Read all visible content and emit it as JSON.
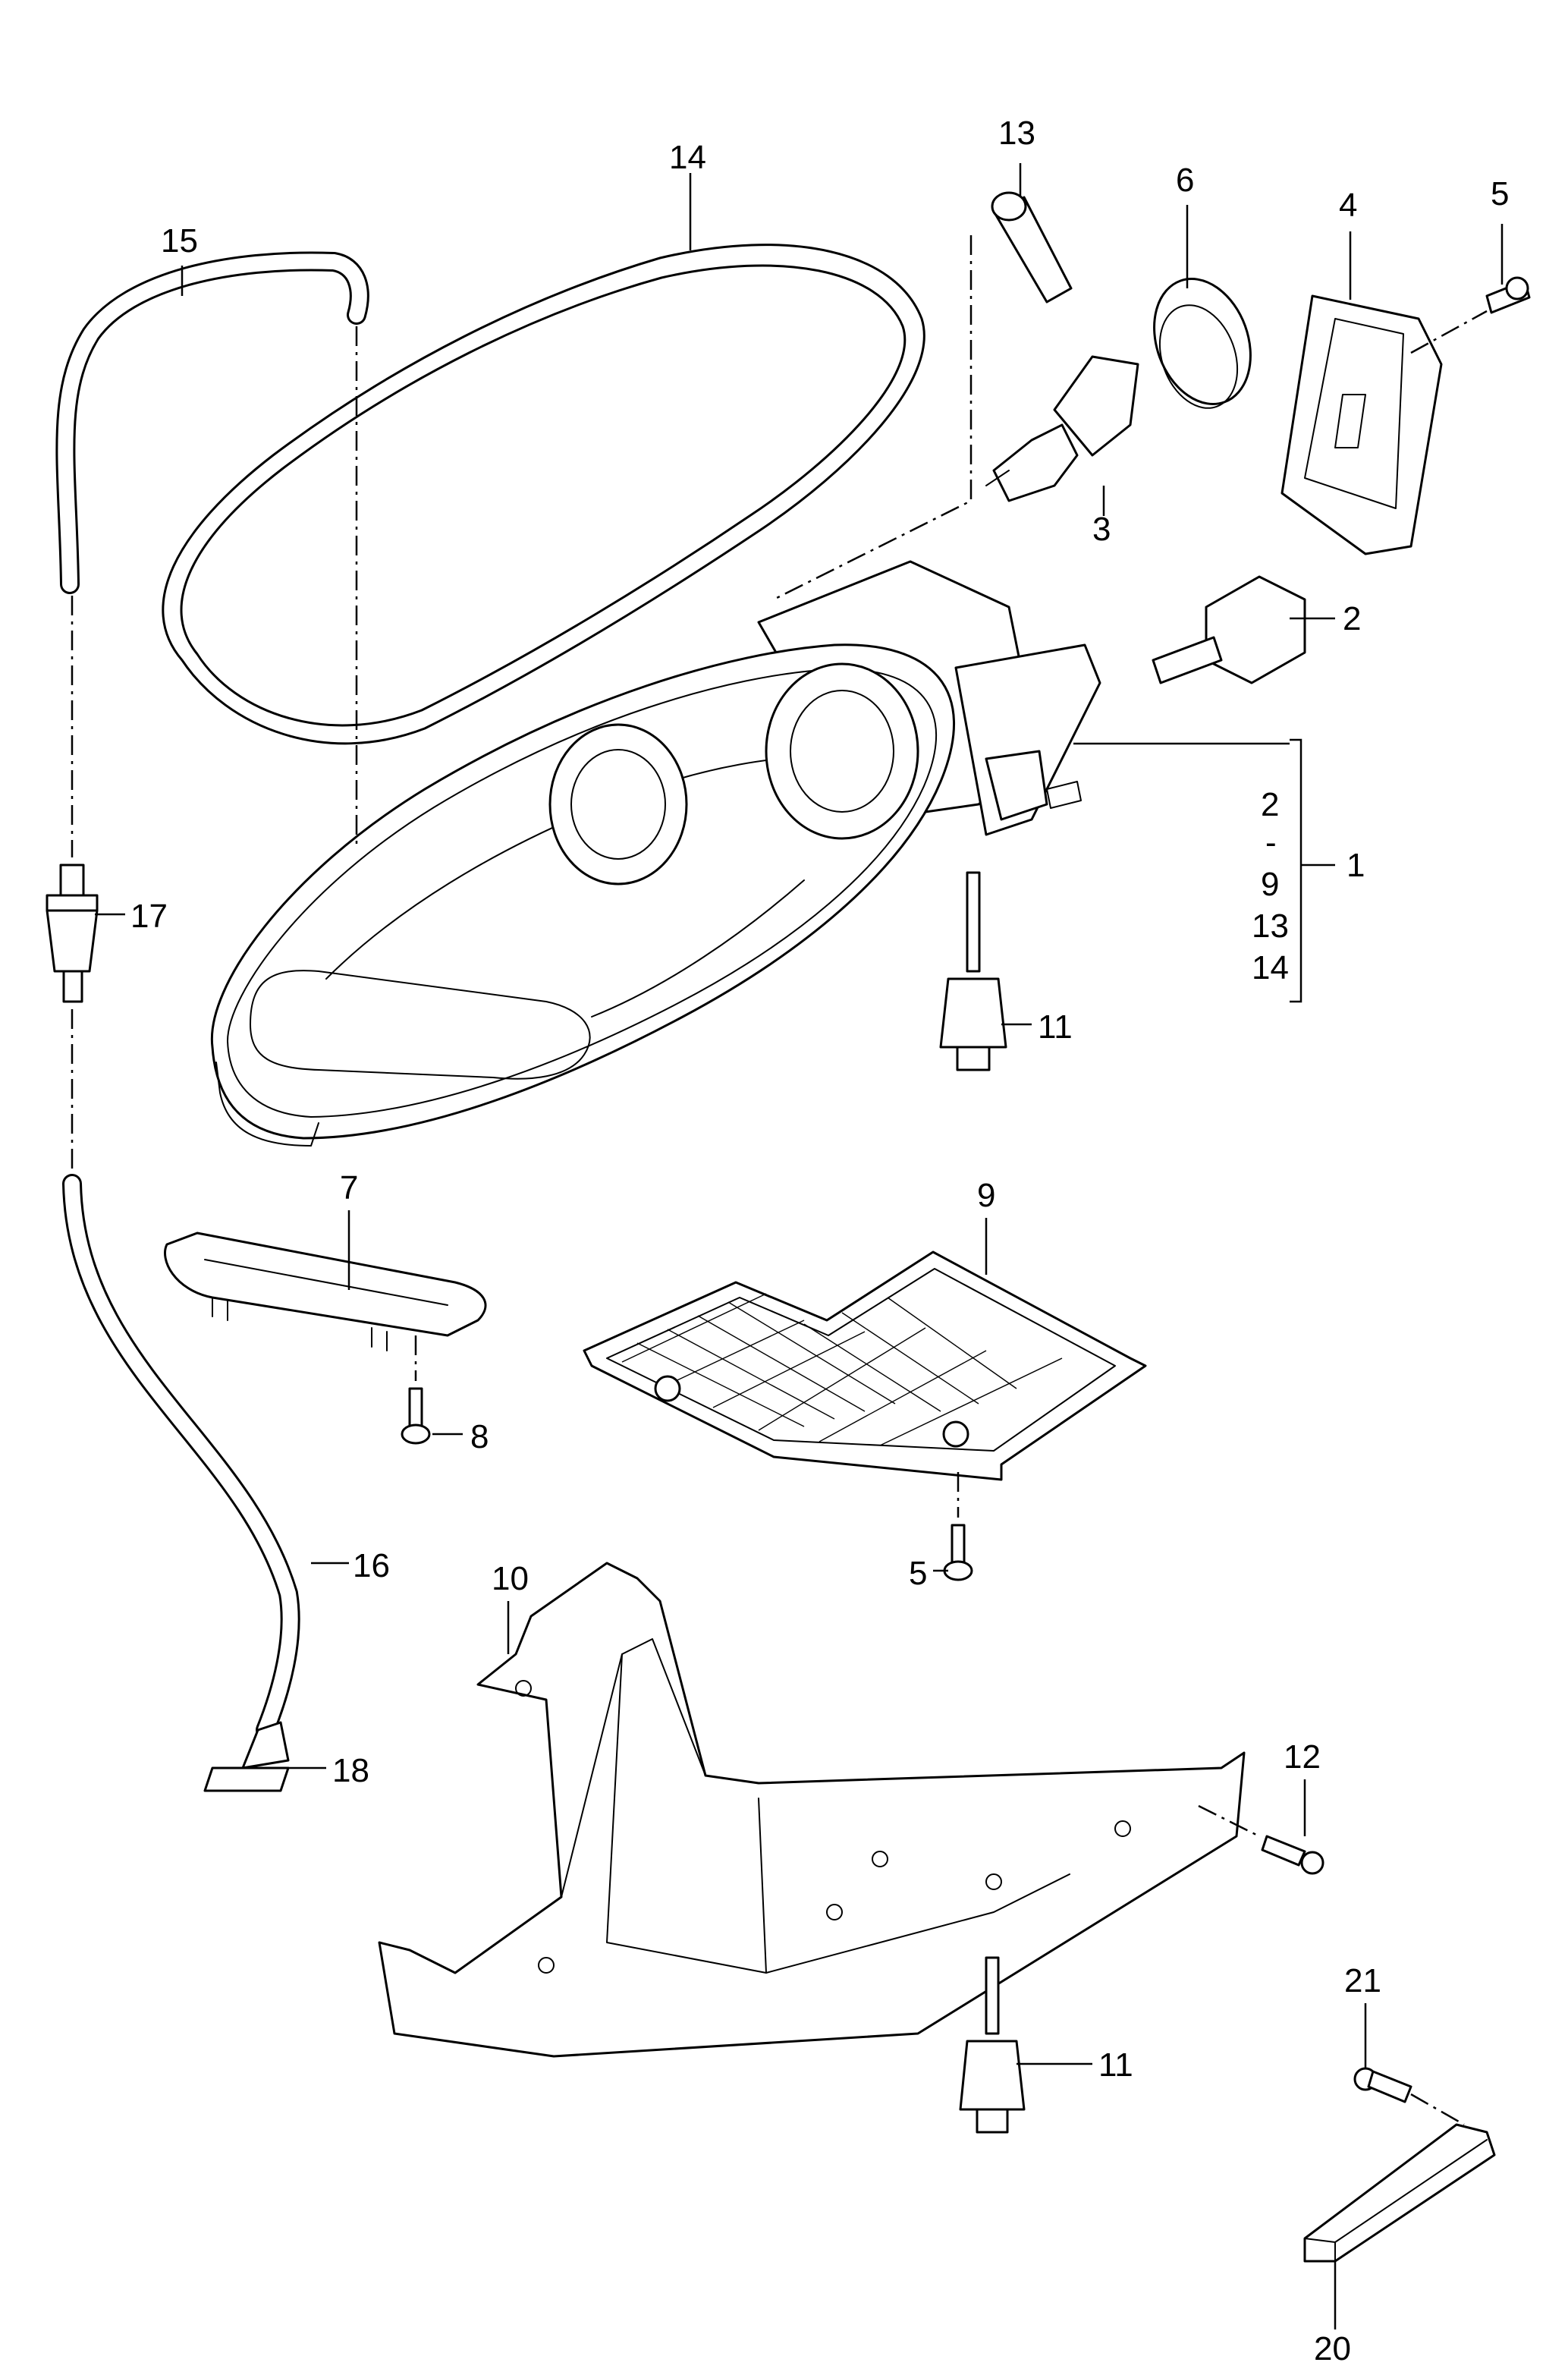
{
  "callouts": {
    "c1": "1",
    "c2": "2",
    "c3": "3",
    "c4": "4",
    "c5a": "5",
    "c5b": "5",
    "c6": "6",
    "c7": "7",
    "c8": "8",
    "c9": "9",
    "c10": "10",
    "c11a": "11",
    "c11b": "11",
    "c12": "12",
    "c13": "13",
    "c14": "14",
    "c15": "15",
    "c16": "16",
    "c17": "17",
    "c18": "18",
    "c20": "20",
    "c21": "21"
  },
  "assembly_bracket": {
    "lines": [
      "2",
      "-",
      "9",
      "13",
      "14"
    ]
  }
}
